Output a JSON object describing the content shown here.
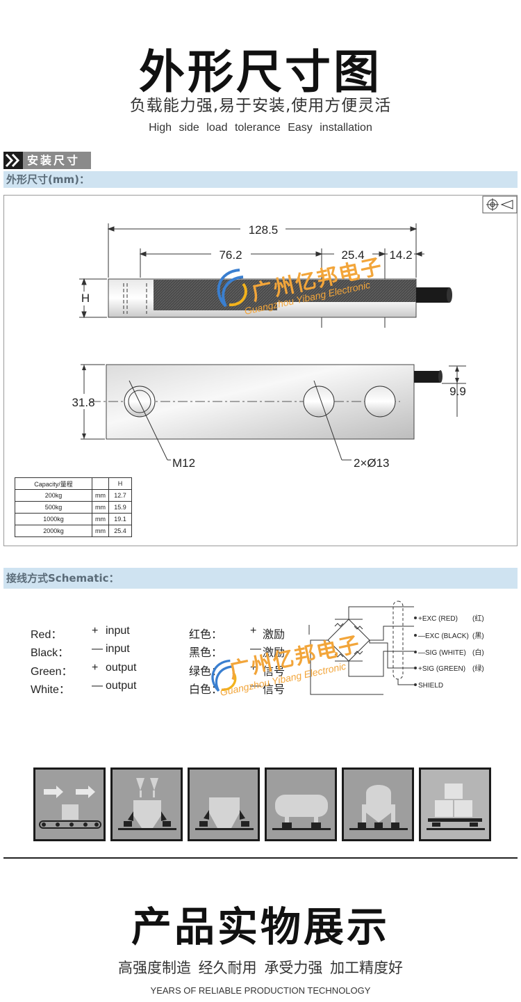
{
  "hero": {
    "title": "外形尺寸图",
    "subtitle": "负载能力强,易于安装,使用方便灵活",
    "english": "High side load tolerance    Easy installation"
  },
  "install_tag": "安装尺寸",
  "dims_bar": "外形尺寸(mm)：",
  "drawing": {
    "dim_total": "128.5",
    "dim_a": "76.2",
    "dim_b": "25.4",
    "dim_c": "14.2",
    "dim_h": "H",
    "dim_width": "31.8",
    "dim_cable": "9.9",
    "label_thread": "M12",
    "label_holes": "2×Ø13"
  },
  "capacity_table": {
    "headers": [
      "Capacity/量程",
      "",
      "H"
    ],
    "rows": [
      [
        "200kg",
        "mm",
        "12.7"
      ],
      [
        "500kg",
        "mm",
        "15.9"
      ],
      [
        "1000kg",
        "mm",
        "19.1"
      ],
      [
        "2000kg",
        "mm",
        "25.4"
      ]
    ]
  },
  "schematic_bar": "接线方式Schematic：",
  "wiring": {
    "english": [
      {
        "color": "Red：",
        "sign": "+",
        "func": "input"
      },
      {
        "color": "Black：",
        "sign": "—",
        "func": "input"
      },
      {
        "color": "Green：",
        "sign": "+",
        "func": "output"
      },
      {
        "color": "White：",
        "sign": "—",
        "func": "output"
      }
    ],
    "chinese": [
      {
        "color": "红色：",
        "sign": "+",
        "func": "激励"
      },
      {
        "color": "黑色：",
        "sign": "—",
        "func": "激励"
      },
      {
        "color": "绿色：",
        "sign": "+",
        "func": "信号"
      },
      {
        "color": "白色：",
        "sign": "—",
        "func": "信号"
      }
    ],
    "terminals": [
      {
        "label": "+EXC (RED)",
        "cn": "(红)"
      },
      {
        "label": "—EXC (BLACK)",
        "cn": "(黑)"
      },
      {
        "label": "—SIG (WHITE)",
        "cn": "(白)"
      },
      {
        "label": "+SIG (GREEN)",
        "cn": "(绿)"
      }
    ],
    "shield": "SHIELD"
  },
  "watermark": {
    "cn": "广州亿邦电子",
    "en": "Guangzhou Yibang Electronic"
  },
  "applications": [
    "conveyor",
    "hopper-dual",
    "hopper",
    "horizontal-tank",
    "vertical-tank",
    "platform"
  ],
  "product": {
    "title": "产品实物展示",
    "subtitle": "高强度制造 经久耐用 承受力强 加工精度好",
    "english": "YEARS OF RELIABLE PRODUCTION TECHNOLOGY"
  },
  "colors": {
    "bar_bg": "#cfe3f1",
    "bar_text": "#5a6b78",
    "watermark": "#f2a53a",
    "tile_bg": "#9e9e9e"
  }
}
